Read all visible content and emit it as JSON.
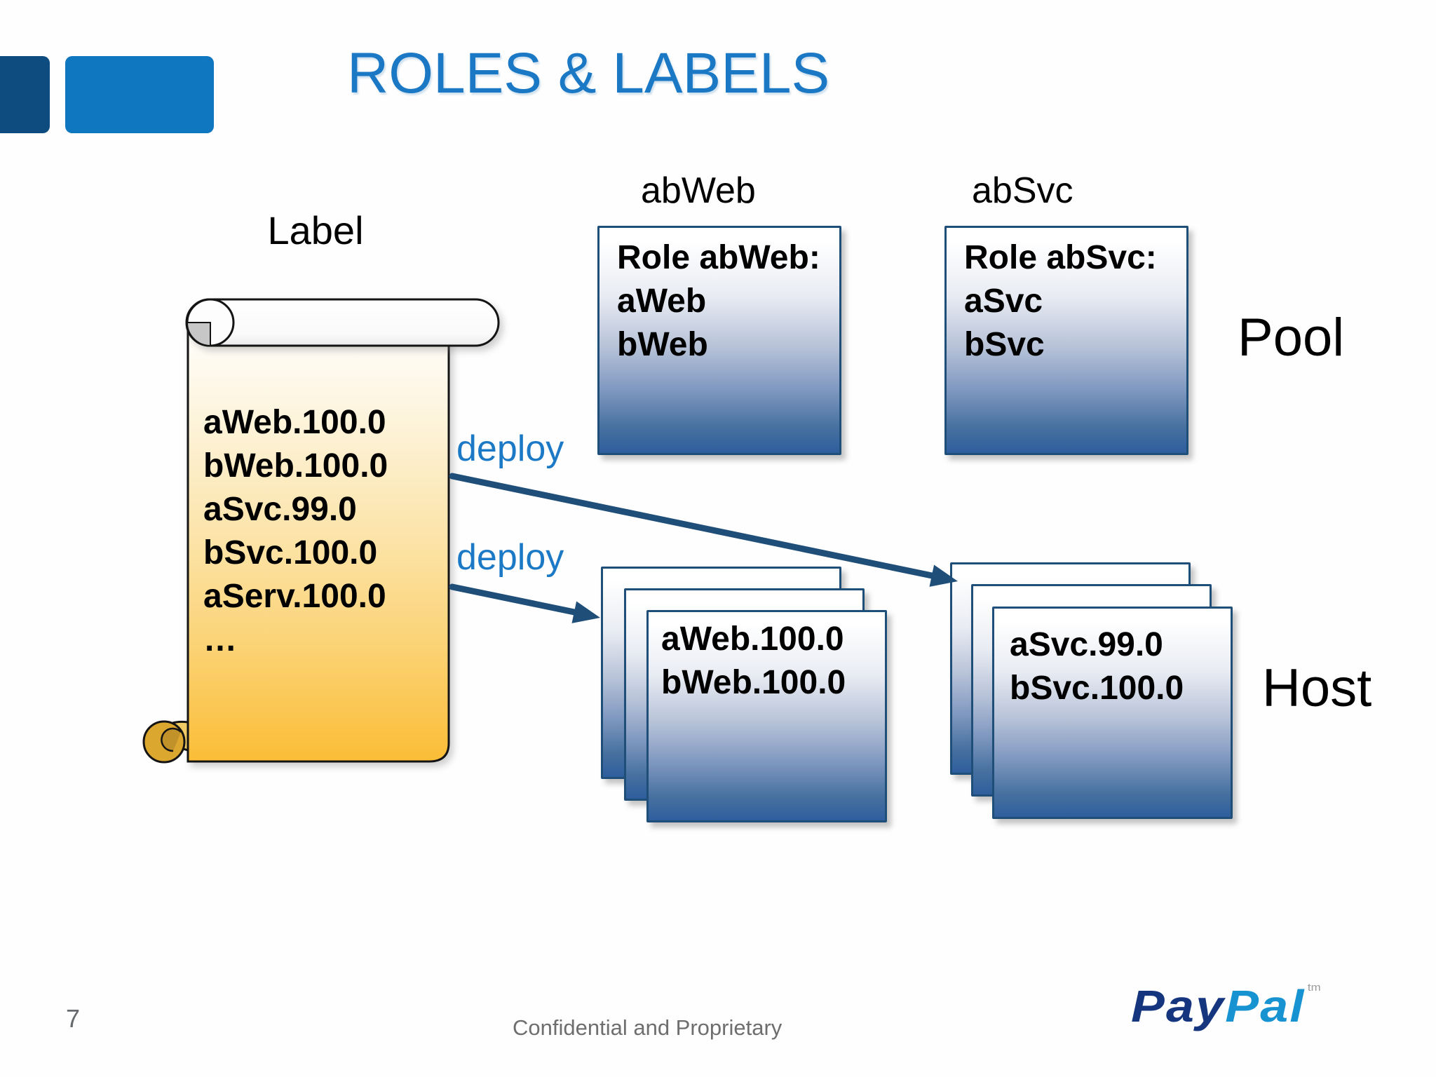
{
  "slide": {
    "title": "ROLES & LABELS",
    "page_number": "7",
    "footer_text": "Confidential and Proprietary"
  },
  "brand": {
    "logo_part1": "Pay",
    "logo_part2": "Pal",
    "logo_tm": "tm"
  },
  "scroll": {
    "heading": "Label",
    "items": [
      "aWeb.100.0",
      "bWeb.100.0",
      "aSvc.99.0",
      "bSvc.100.0",
      "aServ.100.0",
      "…"
    ]
  },
  "pool": {
    "caption": "Pool",
    "col1_header": "abWeb",
    "col2_header": "abSvc",
    "box1_lines": [
      "Role abWeb:",
      "aWeb",
      "bWeb"
    ],
    "box2_lines": [
      "Role abSvc:",
      "aSvc",
      "bSvc"
    ]
  },
  "host": {
    "caption": "Host",
    "stack1_lines": [
      "aWeb.100.0",
      "bWeb.100.0"
    ],
    "stack2_lines": [
      "aSvc.99.0",
      "bSvc.100.0"
    ]
  },
  "deploy": {
    "label_top": "deploy",
    "label_bottom": "deploy"
  },
  "colors": {
    "title_blue": "#1a78c4",
    "deploy_blue": "#1b79c5",
    "arrow_navy": "#1f4e79",
    "box_border_navy": "#1f4e79",
    "box_gradient_bottom": "#2e5e9d",
    "scroll_gold": "#fbbd36",
    "corner_dark_blue": "#0e4b7e",
    "corner_light_blue": "#0f76c0",
    "paypal_dark": "#15357e",
    "paypal_light": "#1793d2",
    "footer_gray": "#6e6e6e"
  }
}
